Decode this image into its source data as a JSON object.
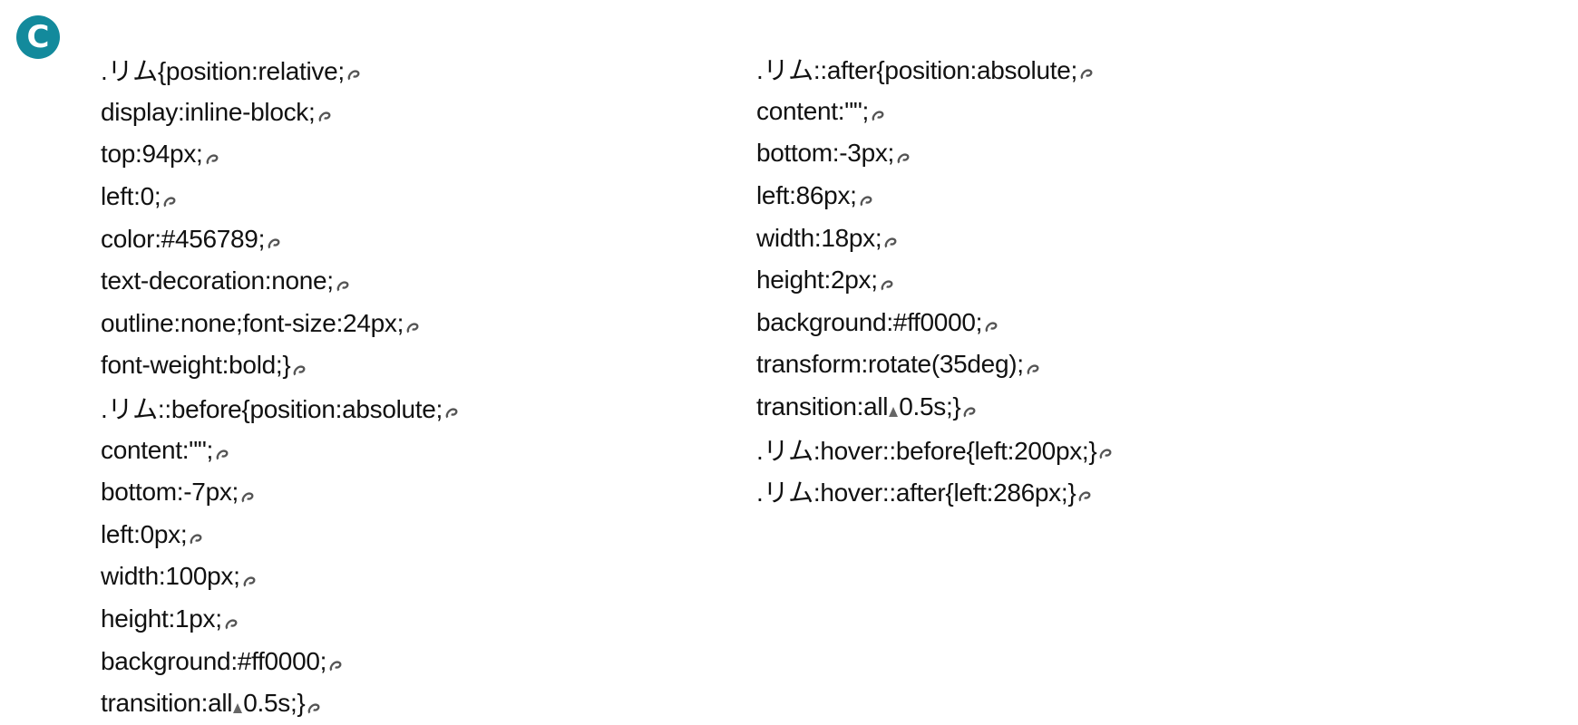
{
  "badge": {
    "letter": "C",
    "color": "#138a9c"
  },
  "left_lines": [
    {
      "text": ".リム{position:relative;"
    },
    {
      "text": "display:inline-block;"
    },
    {
      "text": "top:94px;"
    },
    {
      "text": "left:0;"
    },
    {
      "text": "color:#456789;"
    },
    {
      "text": "text-decoration:none;"
    },
    {
      "text": "outline:none;font-size:24px;"
    },
    {
      "text": "font-weight:bold;}"
    },
    {
      "text": ".リム::before{position:absolute;"
    },
    {
      "text": "content:\"\";"
    },
    {
      "text": "bottom:-7px;"
    },
    {
      "text": "left:0px;"
    },
    {
      "text": "width:100px;"
    },
    {
      "text": "height:1px;"
    },
    {
      "text": "background:#ff0000;"
    },
    {
      "pre": "transition:all",
      "post": "0.5s;}"
    }
  ],
  "right_lines": [
    {
      "text": ".リム::after{position:absolute;"
    },
    {
      "text": "content:\"\";"
    },
    {
      "text": "bottom:-3px;"
    },
    {
      "text": "left:86px;"
    },
    {
      "text": "width:18px;"
    },
    {
      "text": "height:2px;"
    },
    {
      "text": "background:#ff0000;"
    },
    {
      "text": "transform:rotate(35deg);"
    },
    {
      "pre": "transition:all",
      "post": "0.5s;}"
    },
    {
      "text": ".リム:hover::before{left:200px;}"
    },
    {
      "text": ".リム:hover::after{left:286px;}"
    }
  ],
  "icons": {
    "line_end": "return-arrow-icon",
    "space_marker": "triangle-space-icon"
  }
}
